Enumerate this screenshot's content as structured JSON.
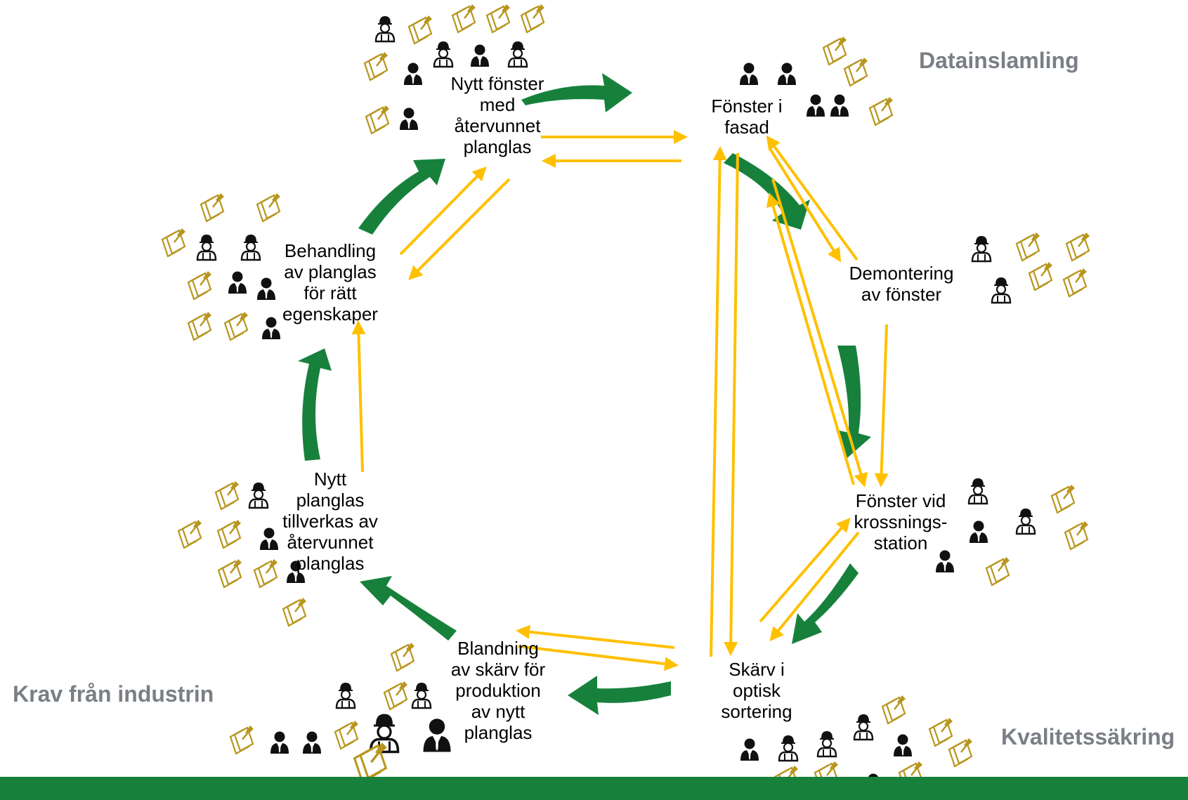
{
  "colors": {
    "green": "#17813c",
    "yellow": "#ffc000",
    "note": "#b8961e",
    "person": "#111111",
    "corner_label": "#7a7f85",
    "footer": "#17813c"
  },
  "stages": [
    {
      "id": "nytt-fonster",
      "label": "Nytt fönster\nmed\nåtervunnet\nplanglas"
    },
    {
      "id": "fonster-fasad",
      "label": "Fönster i\nfasad"
    },
    {
      "id": "demontering",
      "label": "Demontering\nav fönster"
    },
    {
      "id": "krossningsstation",
      "label": "Fönster vid\nkrossnings-\nstation"
    },
    {
      "id": "optisk-sortering",
      "label": "Skärv i\noptisk\nsortering"
    },
    {
      "id": "blandning",
      "label": "Blandning\nav skärv för\nproduktion\nav nytt\nplanglas"
    },
    {
      "id": "nytt-planglas",
      "label": "Nytt\nplanglas\ntillverkas av\nåtervunnet\nplanglas"
    },
    {
      "id": "behandling",
      "label": "Behandling\nav planglas\nför rätt\negenskaper"
    }
  ],
  "corner_labels": {
    "top_right": "Datainslamling",
    "bottom_left": "Krav från industrin",
    "bottom_right": "Kvalitetssäkring"
  },
  "icons": {
    "person": "person-icon",
    "worker": "worker-helmet-icon",
    "note": "sticky-note-pin-icon",
    "cycle_arrow": "green-cycle-arrow",
    "data_arrow": "yellow-data-arrow"
  }
}
